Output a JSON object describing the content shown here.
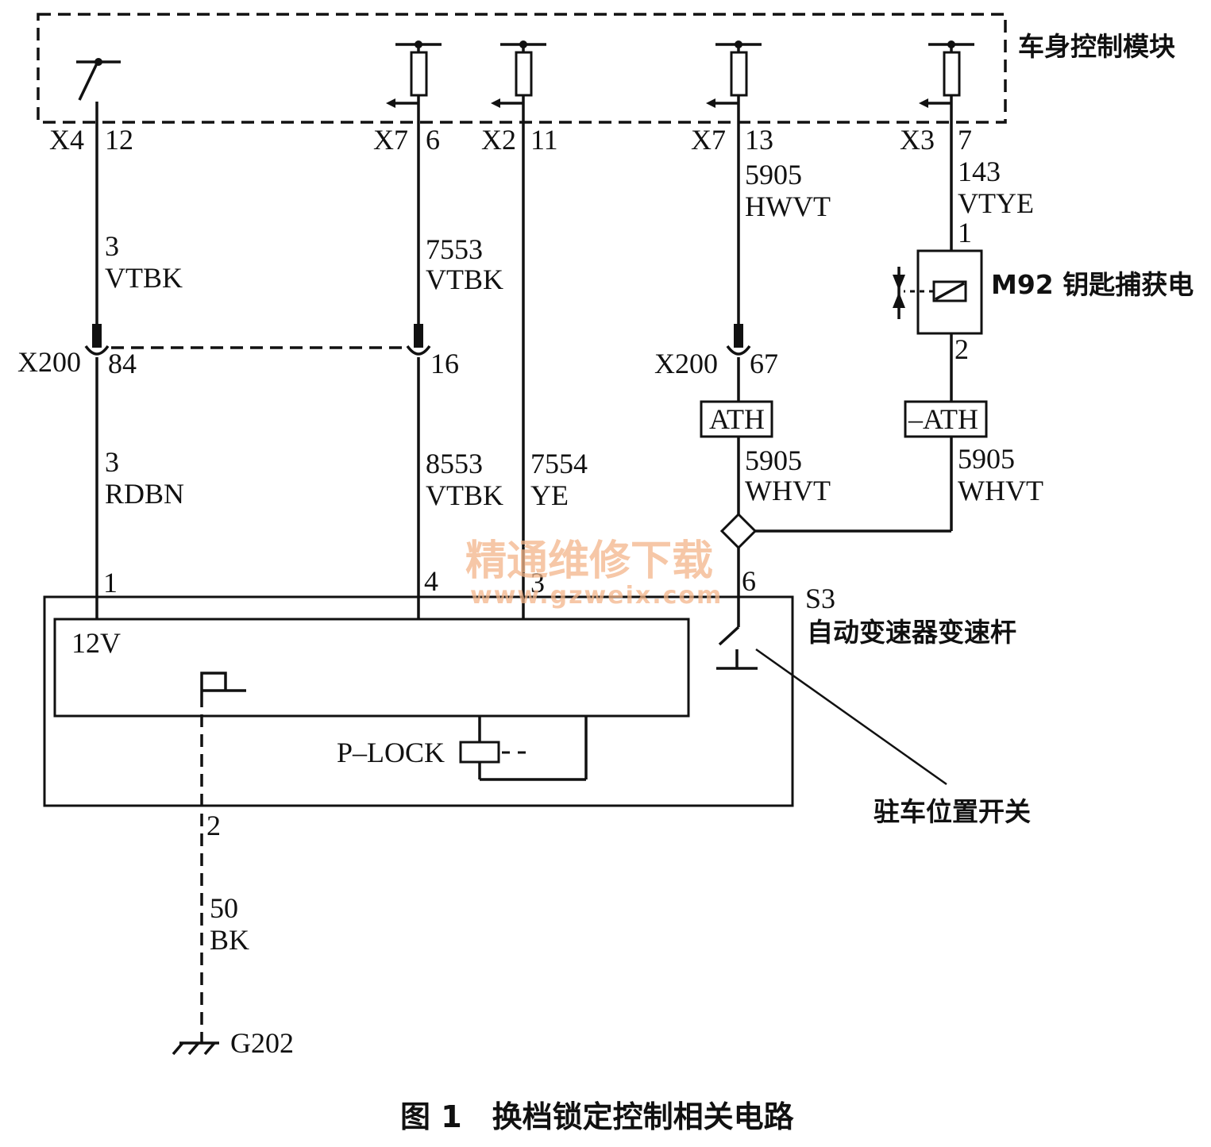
{
  "bcm": {
    "title": "车身控制模块"
  },
  "connectors": [
    {
      "conn": "X4",
      "pin": "12"
    },
    {
      "conn": "X7",
      "pin": "6"
    },
    {
      "conn": "X2",
      "pin": "11"
    },
    {
      "conn": "X7",
      "pin": "13"
    },
    {
      "conn": "X3",
      "pin": "7"
    }
  ],
  "wires": {
    "w1_upper": {
      "circuit": "3",
      "color": "VTBK"
    },
    "w2_upper": {
      "circuit": "7553",
      "color": "VTBK"
    },
    "w4_upper": {
      "circuit": "5905",
      "color": "HWVT"
    },
    "w5_upper": {
      "circuit": "143",
      "color": "VTYE"
    },
    "w1_lower": {
      "circuit": "3",
      "color": "RDBN"
    },
    "w2_lower": {
      "circuit": "8553",
      "color": "VTBK"
    },
    "w3_lower": {
      "circuit": "7554",
      "color": "YE"
    },
    "w4_lower": {
      "circuit": "5905",
      "color": "WHVT"
    },
    "w5_lower": {
      "circuit": "5905",
      "color": "WHVT"
    },
    "ground_wire": {
      "circuit": "50",
      "color": "BK"
    }
  },
  "inline": {
    "x200_left": {
      "conn": "X200",
      "pin_a": "84",
      "pin_b": "16"
    },
    "x200_right": {
      "conn": "X200",
      "pin": "67"
    }
  },
  "m92": {
    "label": "M92 钥匙捕获电",
    "pin_top": "1",
    "pin_bottom": "2"
  },
  "option_codes": {
    "ath": "ATH",
    "not_ath": "–ATH"
  },
  "s3": {
    "id": "S3",
    "name": "自动变速器变速杆",
    "pins": [
      "1",
      "4",
      "3",
      "6"
    ],
    "pin_ground": "2",
    "supply": "12V",
    "solenoid": "P–LOCK",
    "park_switch": "驻车位置开关"
  },
  "ground": {
    "id": "G202"
  },
  "watermark": {
    "cn": "精通维修下载",
    "url": "www.gzweix.com"
  },
  "caption": "图 1　换档锁定控制相关电路"
}
